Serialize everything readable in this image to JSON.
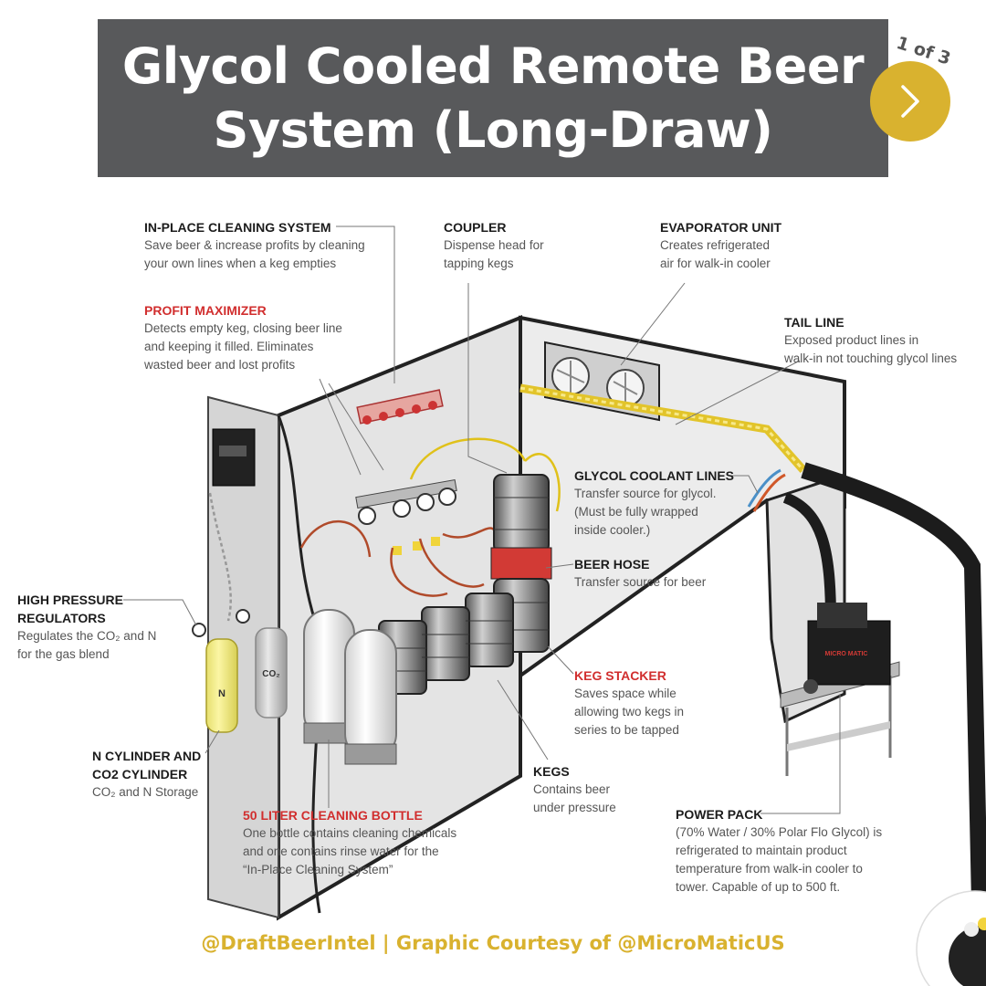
{
  "title": {
    "line1": "Glycol Cooled Remote Beer",
    "line2": "System (Long-Draw)"
  },
  "pager": {
    "indicator": "1 of 3",
    "next_icon": "chevron-right-icon",
    "accent": "#d9b22f"
  },
  "labels": {
    "cleaning_system": {
      "heading": "IN-PLACE CLEANING SYSTEM",
      "lines": [
        "Save beer & increase profits by cleaning",
        "your own lines when a keg empties"
      ]
    },
    "coupler": {
      "heading": "COUPLER",
      "lines": [
        "Dispense head for",
        "tapping kegs"
      ]
    },
    "evaporator": {
      "heading": "EVAPORATOR UNIT",
      "lines": [
        "Creates refrigerated",
        "air for walk-in cooler"
      ]
    },
    "tail_line": {
      "heading": "TAIL LINE",
      "lines": [
        "Exposed product lines in",
        "walk-in not touching glycol lines"
      ]
    },
    "profit_maximizer": {
      "heading": "PROFIT MAXIMIZER",
      "lines": [
        "Detects empty keg, closing beer line",
        "and keeping it filled. Eliminates",
        "wasted beer and lost profits"
      ]
    },
    "glycol_lines": {
      "heading": "GLYCOL COOLANT LINES",
      "lines": [
        "Transfer source for glycol.",
        "(Must be fully wrapped",
        "inside cooler.)"
      ]
    },
    "beer_hose": {
      "heading": "BEER HOSE",
      "lines": [
        "Transfer source for beer"
      ]
    },
    "high_pressure": {
      "heading1": "HIGH PRESSURE",
      "heading2": "REGULATORS",
      "lines": [
        "Regulates the CO₂ and N",
        "for the gas blend"
      ]
    },
    "keg_stacker": {
      "heading": "KEG STACKER",
      "lines": [
        "Saves space while",
        "allowing two kegs in",
        "series to be tapped"
      ]
    },
    "cylinders": {
      "heading1": "N CYLINDER AND",
      "heading2": "CO2 CYLINDER",
      "lines": [
        "CO₂ and N Storage"
      ]
    },
    "kegs": {
      "heading": "KEGS",
      "lines": [
        "Contains beer",
        "under pressure"
      ]
    },
    "cleaning_bottle": {
      "heading": "50 LITER CLEANING BOTTLE",
      "lines": [
        "One bottle contains cleaning chemicals",
        "and one contains rinse water for the",
        "“In-Place Cleaning System”"
      ]
    },
    "power_pack": {
      "heading": "POWER PACK",
      "lines": [
        "(70% Water / 30% Polar Flo Glycol) is",
        "refrigerated to maintain product",
        "temperature from walk-in cooler to",
        "tower. Capable of up to 500 ft."
      ]
    }
  },
  "illustration": {
    "cylinder_n": "N",
    "cylinder_co2": "CO₂",
    "power_pack_brand": "MICRO MATIC"
  },
  "footer": {
    "credit": "@DraftBeerIntel | Graphic Courtesy of @MicroMaticUS"
  }
}
